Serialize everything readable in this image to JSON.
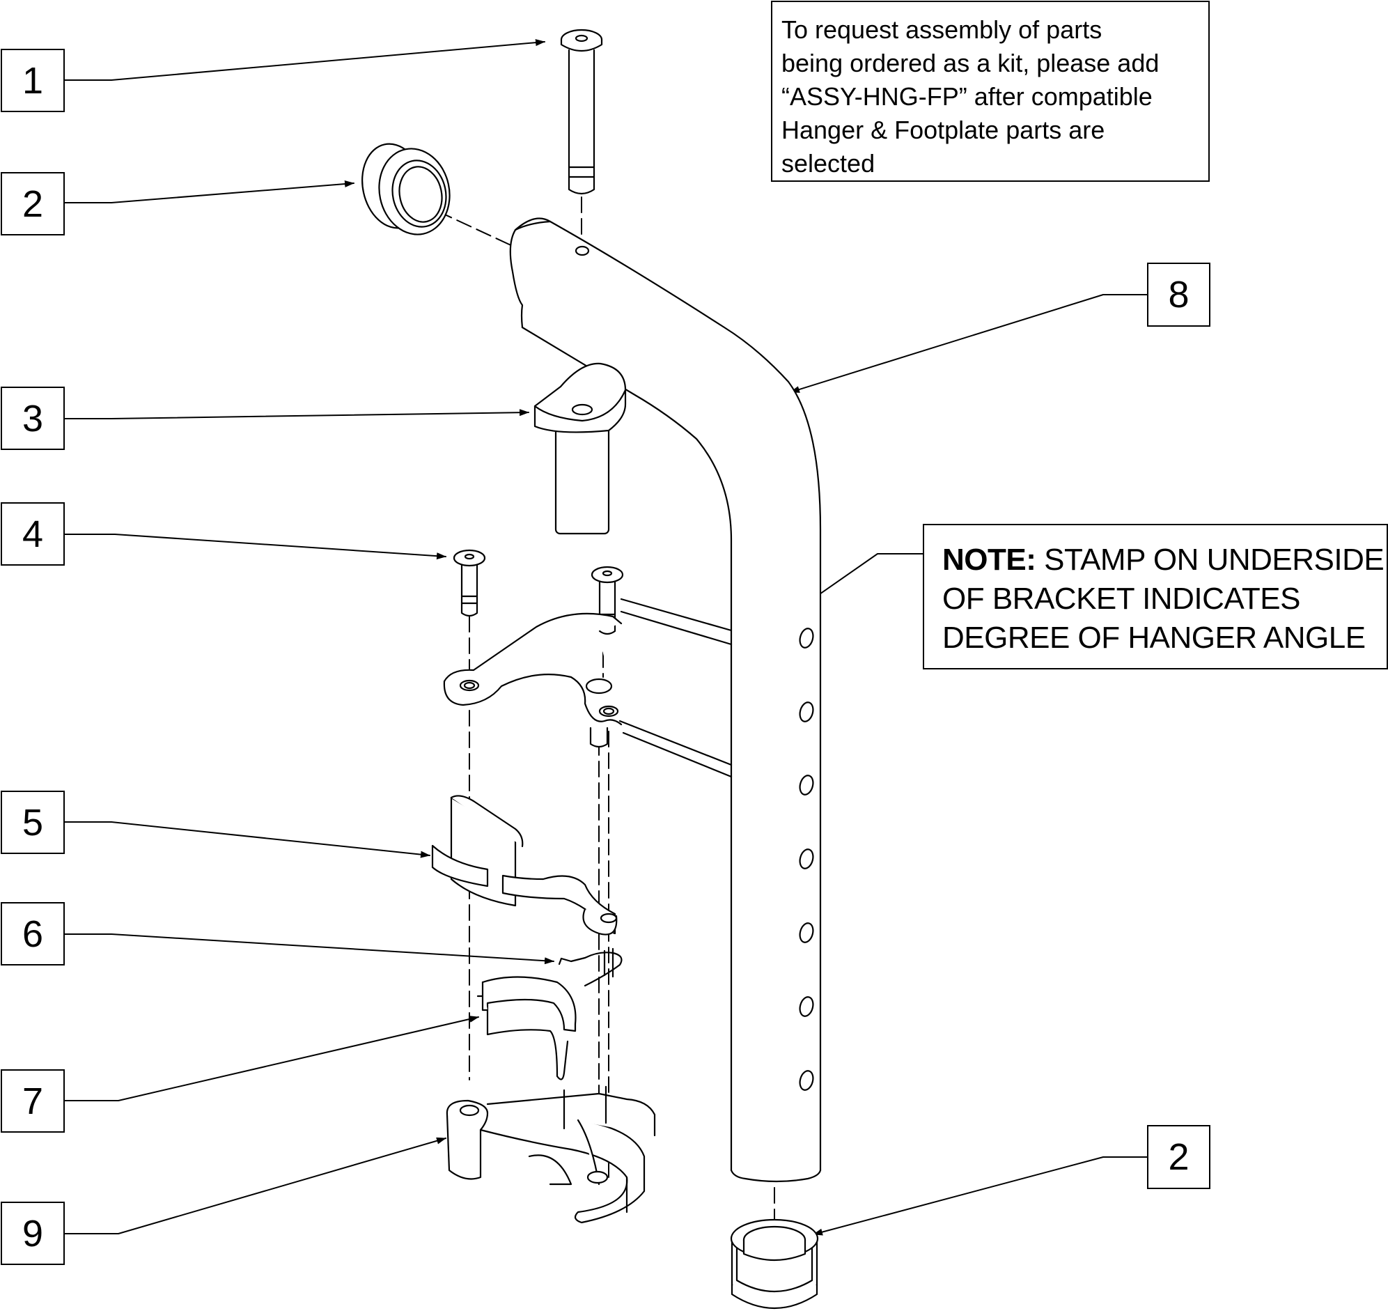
{
  "callouts": [
    "1",
    "2",
    "3",
    "4",
    "5",
    "6",
    "7",
    "8",
    "2",
    "9"
  ],
  "kit_note": {
    "lines": [
      "To request assembly of parts",
      "being ordered as a kit, please add",
      "“ASSY-HNG-FP” after compatible",
      "Hanger & Footplate parts are",
      "selected"
    ]
  },
  "stamp_note": {
    "prefix": "NOTE:",
    "line1_rest": " STAMP ON UNDERSIDE",
    "line2": "OF BRACKET INDICATES",
    "line3": "DEGREE OF HANGER ANGLE"
  },
  "colors": {
    "ink": "#000000",
    "paper": "#ffffff"
  }
}
